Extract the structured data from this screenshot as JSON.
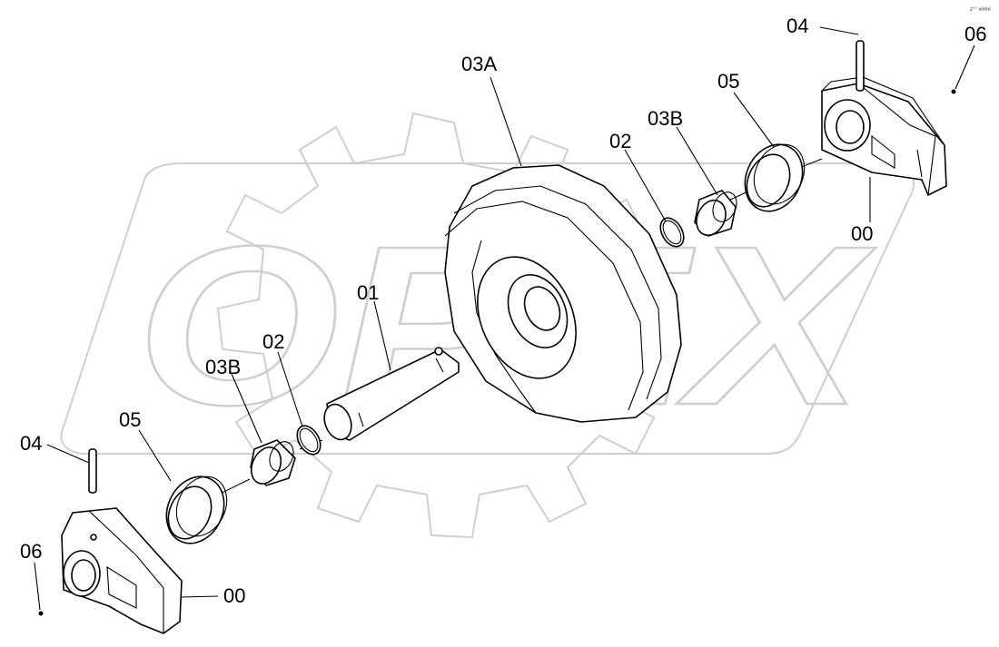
{
  "corner_mark": "z°° ####",
  "watermark": "OPEX",
  "labels": {
    "top_04": "04",
    "top_06": "06",
    "top_05": "05",
    "top_03B": "03B",
    "top_02": "02",
    "wheel_03A": "03A",
    "top_00": "00",
    "shaft_01": "01",
    "left_02": "02",
    "left_03B": "03B",
    "left_05": "05",
    "left_04": "04",
    "left_06": "06",
    "left_00": "00"
  }
}
